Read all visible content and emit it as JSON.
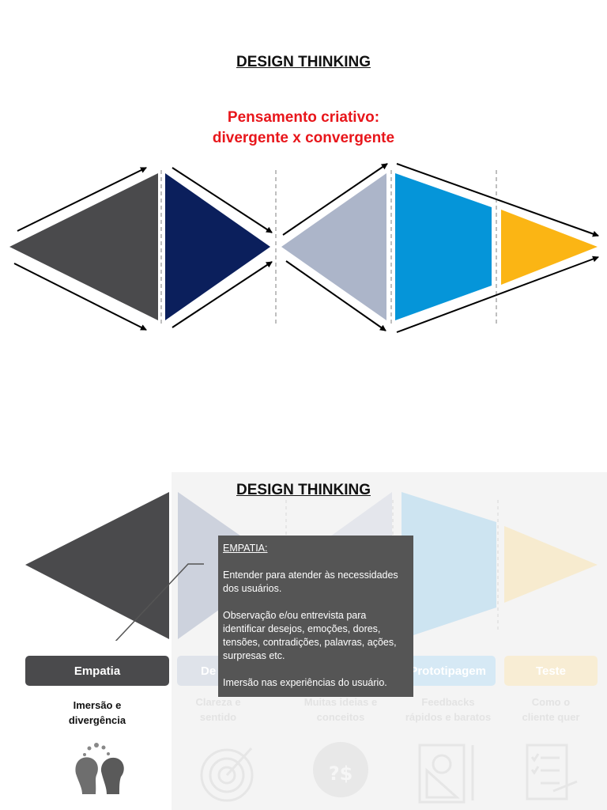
{
  "slide1": {
    "title": "DESIGN THINKING",
    "subtitle_line1": "Pensamento criativo:",
    "subtitle_line2": "divergente  x convergente",
    "colors": {
      "dark_grey": "#4a4a4c",
      "navy": "#0b1f5c",
      "light_grey": "#acb5c9",
      "blue": "#0595d9",
      "yellow": "#fbb514"
    }
  },
  "slide2": {
    "title": "DESIGN THINKING",
    "stages": [
      {
        "label": "Empatia",
        "desc_line1": "Imersão e",
        "desc_line2": "divergência"
      },
      {
        "label": "De",
        "desc_line1": "Clareza e",
        "desc_line2": "sentido"
      },
      {
        "label": "",
        "desc_line1": "Muitas ideias e",
        "desc_line2": "conceitos"
      },
      {
        "label": "Prototipagem",
        "desc_line1": "Feedbacks",
        "desc_line2": "rápidos e baratos"
      },
      {
        "label": "Teste",
        "desc_line1": "Como o",
        "desc_line2": "cliente quer"
      }
    ],
    "popup": {
      "heading": "EMPATIA:",
      "para1": "Entender para atender às necessidades dos usuários.",
      "para2": "Observação e/ou entrevista para identificar desejos, emoções, dores, tensões, contradições, palavras, ações, surpresas etc.",
      "para3": "Imersão nas experiências do usuário."
    },
    "icons": [
      "heads-icon",
      "target-icon",
      "idea-money-icon",
      "blueprint-icon",
      "checklist-icon"
    ]
  }
}
